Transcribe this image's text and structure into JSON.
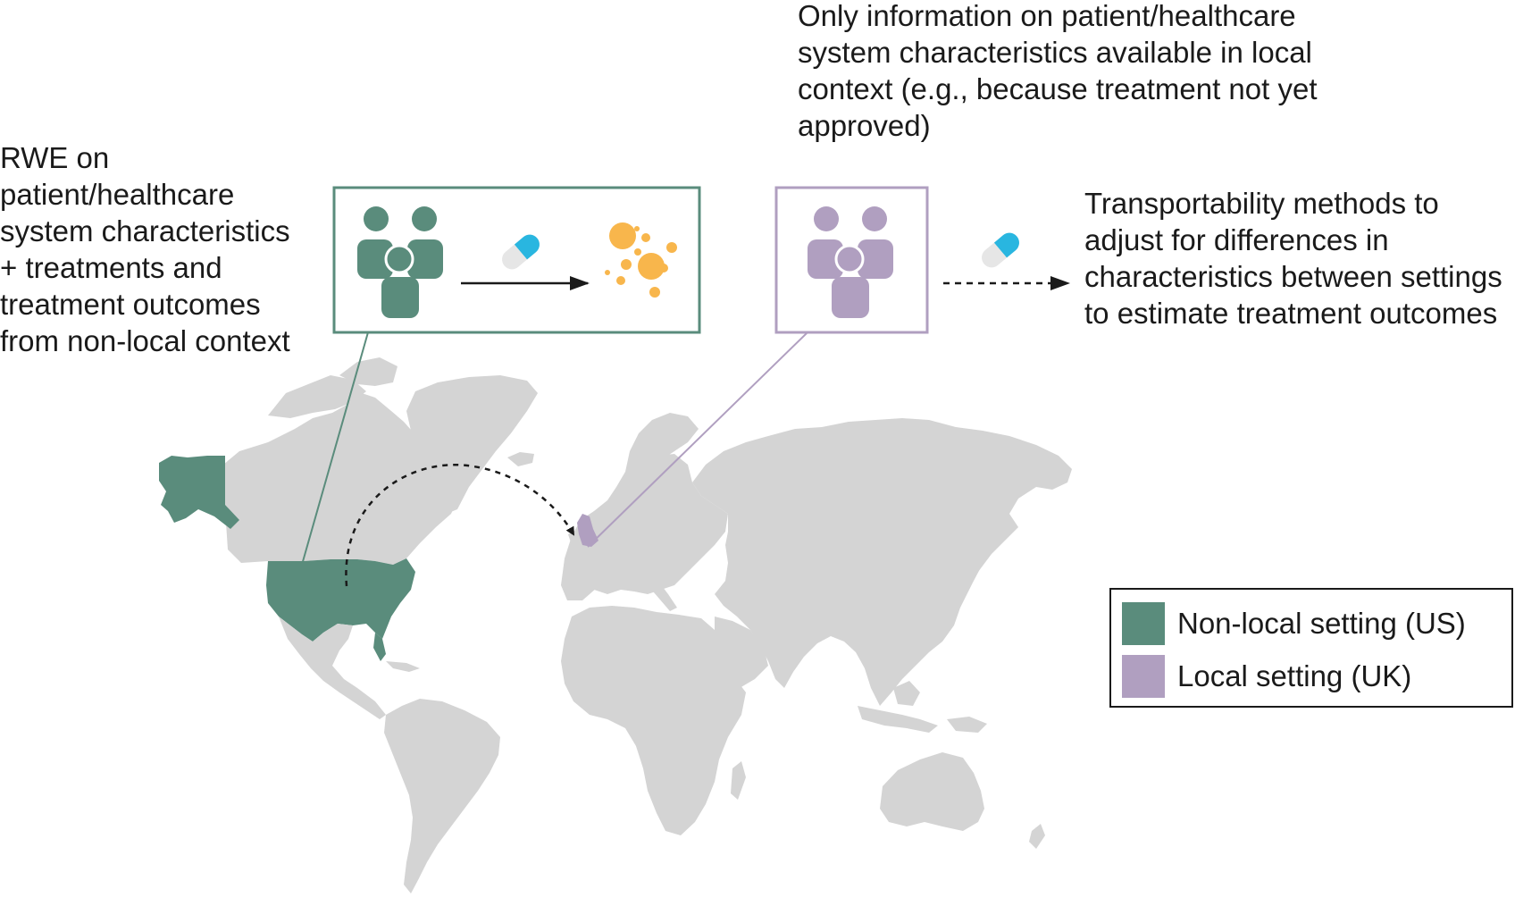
{
  "colors": {
    "nonlocal": "#5a8c7c",
    "local": "#b09fc0",
    "land": "#d4d4d4",
    "pill_blue": "#29b6e0",
    "outcome": "#f8b64c"
  },
  "text_left": {
    "lines": [
      "RWE on",
      "patient/healthcare",
      "system characteristics",
      "+ treatments and",
      "treatment outcomes",
      "from non-local context"
    ]
  },
  "text_top": {
    "lines": [
      "Only information on patient/healthcare",
      "system characteristics available in local",
      "context (e.g., because treatment not yet",
      "approved)"
    ]
  },
  "text_right": {
    "lines": [
      "Transportability methods to",
      "adjust for differences in",
      "characteristics between settings",
      "to estimate treatment outcomes"
    ]
  },
  "legend": {
    "items": [
      {
        "label": "Non-local setting (US)",
        "color": "#5a8c7c"
      },
      {
        "label": "Local setting (UK)",
        "color": "#b09fc0"
      }
    ]
  },
  "icons": [
    "people-group-icon",
    "pill-icon",
    "outcome-dots-icon",
    "world-map"
  ]
}
